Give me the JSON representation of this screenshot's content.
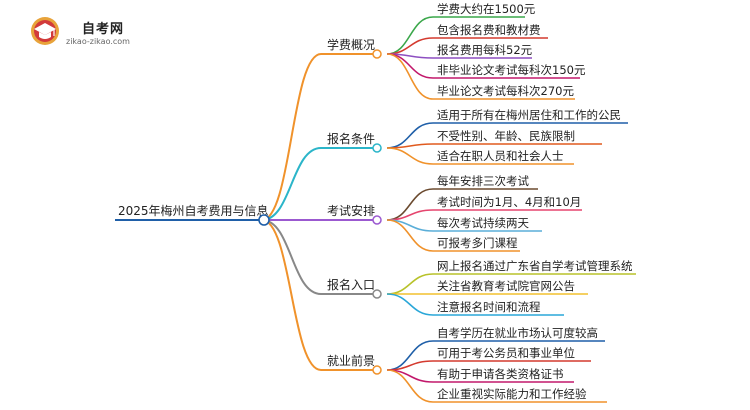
{
  "logo": {
    "title": "自考网",
    "url": "zikao-zikao.com"
  },
  "mindmap": {
    "root": {
      "label": "2025年梅州自考费用与信息"
    },
    "branches": [
      {
        "label": "学费概况",
        "color": "#f0922b",
        "leaves": [
          {
            "label": "学费大约在1500元",
            "color": "#3aa74a"
          },
          {
            "label": "包含报名费和教材费",
            "color": "#d43a2f"
          },
          {
            "label": "报名费用每科52元",
            "color": "#8d4fc1"
          },
          {
            "label": "非毕业论文考试每科次150元",
            "color": "#c2186b"
          },
          {
            "label": "毕业论文考试每科次270元",
            "color": "#f0922b"
          }
        ]
      },
      {
        "label": "报名条件",
        "color": "#2bb5c9",
        "leaves": [
          {
            "label": "适用于所有在梅州居住和工作的公民",
            "color": "#1f5fa8"
          },
          {
            "label": "不受性别、年龄、民族限制",
            "color": "#e05a1e"
          },
          {
            "label": "适合在职人员和社会人士",
            "color": "#f0922b"
          }
        ]
      },
      {
        "label": "考试安排",
        "color": "#9b59d0",
        "leaves": [
          {
            "label": "每年安排三次考试",
            "color": "#6b4a2f"
          },
          {
            "label": "考试时间为1月、4月和10月",
            "color": "#e5456e"
          },
          {
            "label": "每次考试持续两天",
            "color": "#5aaed8"
          },
          {
            "label": "可报考多门课程",
            "color": "#f0922b"
          }
        ]
      },
      {
        "label": "报名入口",
        "color": "#888888",
        "leaves": [
          {
            "label": "网上报名通过广东省自学考试管理系统",
            "color": "#b8c22a"
          },
          {
            "label": "关注省教育考试院官网公告",
            "color": "#f2c12e"
          },
          {
            "label": "注意报名时间和流程",
            "color": "#2aa7d8"
          }
        ]
      },
      {
        "label": "就业前景",
        "color": "#f0922b",
        "leaves": [
          {
            "label": "自考学历在就业市场认可度较高",
            "color": "#1f5fa8"
          },
          {
            "label": "可用于考公务员和事业单位",
            "color": "#d43a2f"
          },
          {
            "label": "有助于申请各类资格证书",
            "color": "#c2186b"
          },
          {
            "label": "企业重视实际能力和工作经验",
            "color": "#f0922b"
          }
        ]
      }
    ]
  }
}
